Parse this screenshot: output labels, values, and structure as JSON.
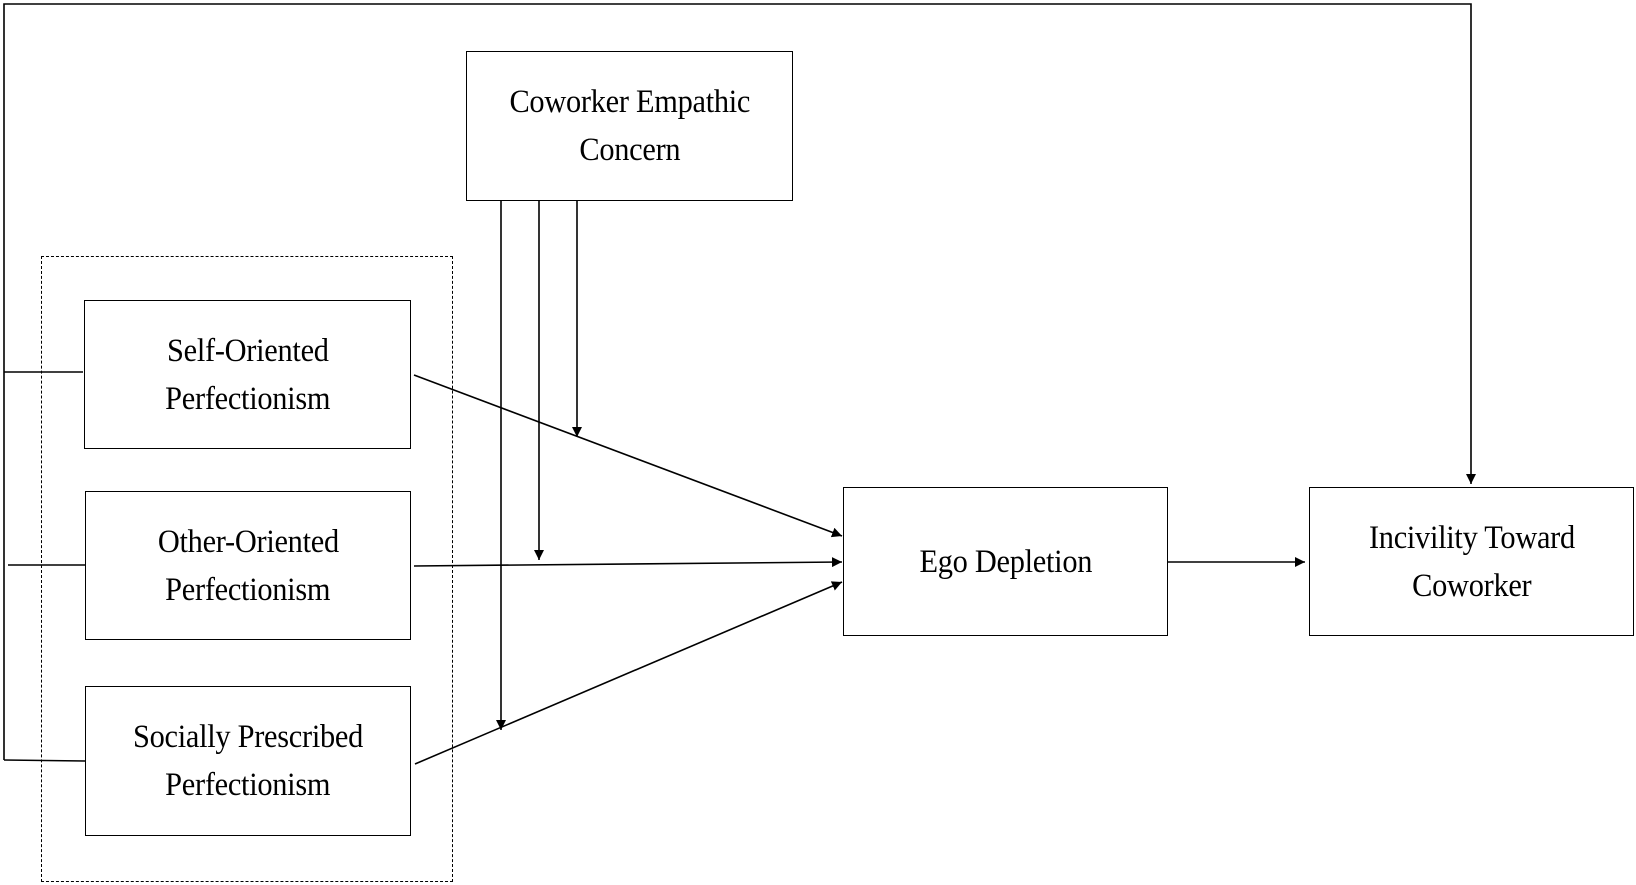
{
  "diagram": {
    "nodes": {
      "moderator": {
        "line1": "Coworker Empathic",
        "line2": "Concern"
      },
      "self_oriented": {
        "line1": "Self-Oriented",
        "line2": "Perfectionism"
      },
      "other_oriented": {
        "line1": "Other-Oriented",
        "line2": "Perfectionism"
      },
      "socially_prescribed": {
        "line1": "Socially Prescribed",
        "line2": "Perfectionism"
      },
      "mediator": {
        "line1": "Ego Depletion"
      },
      "outcome": {
        "line1": "Incivility Toward",
        "line2": "Coworker"
      }
    },
    "edges": [
      {
        "from": "Self-Oriented Perfectionism",
        "to": "Ego Depletion"
      },
      {
        "from": "Other-Oriented Perfectionism",
        "to": "Ego Depletion"
      },
      {
        "from": "Socially Prescribed Perfectionism",
        "to": "Ego Depletion"
      },
      {
        "from": "Ego Depletion",
        "to": "Incivility Toward Coworker"
      },
      {
        "from": "Perfectionism (all three)",
        "to": "Incivility Toward Coworker"
      },
      {
        "from": "Coworker Empathic Concern",
        "to": "Self-Oriented Perfectionism → Ego Depletion"
      },
      {
        "from": "Coworker Empathic Concern",
        "to": "Other-Oriented Perfectionism → Ego Depletion"
      },
      {
        "from": "Coworker Empathic Concern",
        "to": "Socially Prescribed Perfectionism → Ego Depletion"
      }
    ]
  }
}
